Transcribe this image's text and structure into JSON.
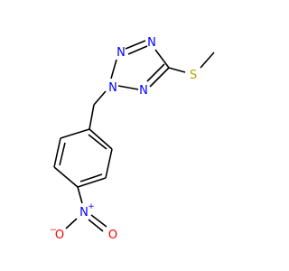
{
  "molecule": {
    "atom_labels": {
      "n1": "N",
      "n2": "N",
      "n3": "N",
      "n4": "N",
      "s": "S",
      "n_nitro": "N",
      "o_top": "O",
      "o_bottom": "O"
    },
    "charges": {
      "n_nitro": "+",
      "o_bottom": "−"
    },
    "colors": {
      "nitrogen": "#0000ff",
      "sulfur": "#b5a300",
      "oxygen": "#ff0000",
      "bond": "#000000"
    }
  }
}
